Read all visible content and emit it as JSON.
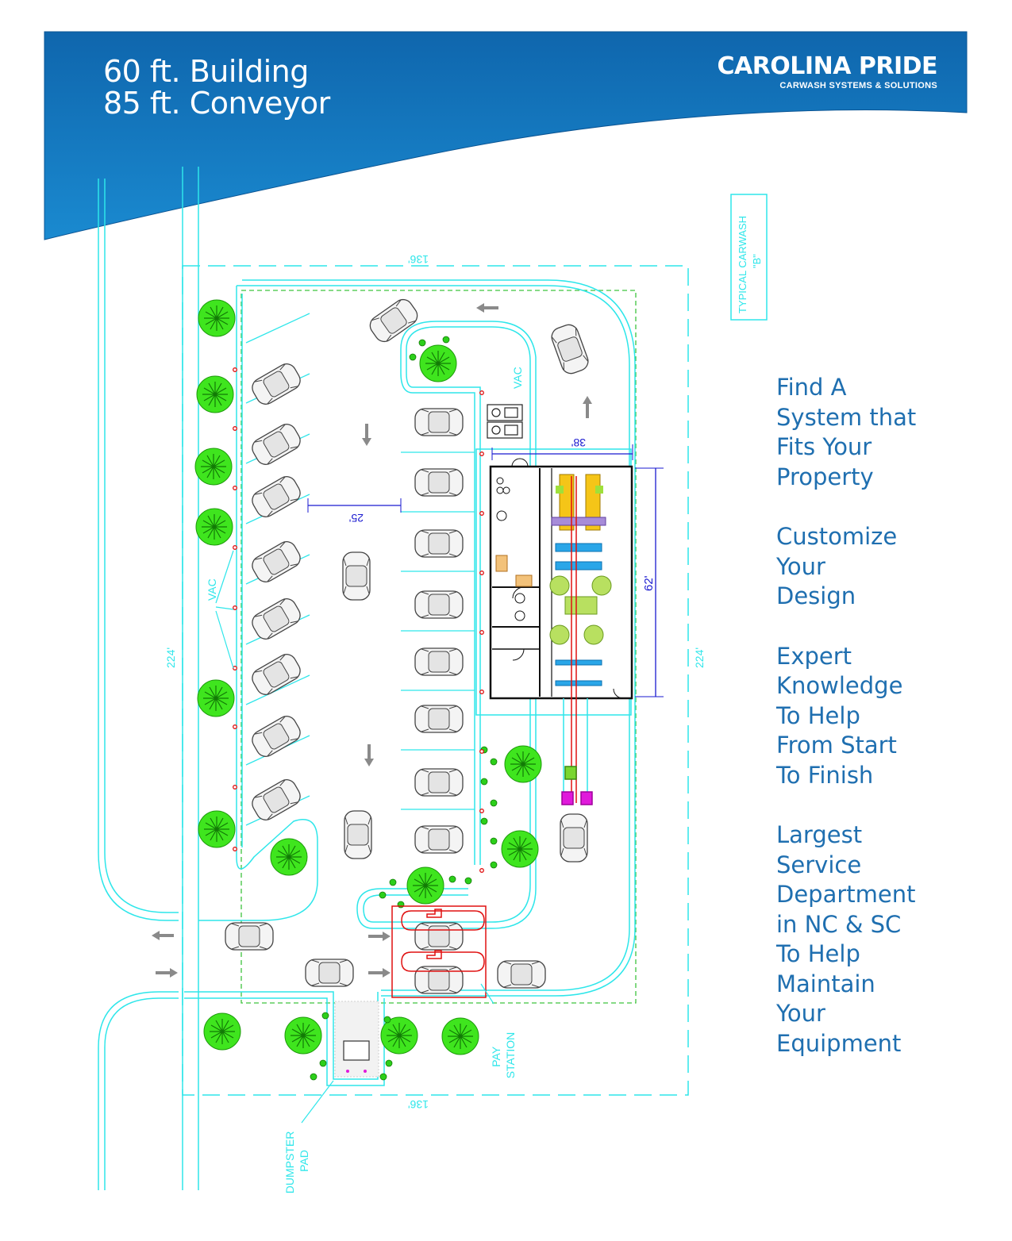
{
  "header": {
    "title_line_1": "60 ft. Building",
    "title_line_2": "85 ft. Conveyor",
    "logo_name": "CAROLINA PRIDE",
    "logo_tagline": "CARWASH SYSTEMS & SOLUTIONS"
  },
  "plan": {
    "label_typical": "TYPICAL CARWASH",
    "label_typical_variant": "\"B\"",
    "dim_width_top": "136'",
    "dim_width_bottom": "136'",
    "dim_depth_left": "224'",
    "dim_depth_right": "224'",
    "dim_building_width": "38'",
    "dim_building_length": "62'",
    "dim_lane_width": "25'",
    "label_vac_top": "VAC",
    "label_vac_left": "VAC",
    "label_pay_station": "PAY\nSTATION",
    "label_dumpster_pad": "DUMPSTER\nPAD"
  },
  "taglines": [
    "Find A\nSystem that\nFits Your\nProperty",
    "Customize\nYour\nDesign",
    "Expert\nKnowledge\nTo Help\nFrom Start\nTo Finish",
    "Largest\nService\nDepartment\nin NC & SC\nTo Help\nMaintain\nYour\nEquipment"
  ],
  "colors": {
    "header_blue": "#1476bd",
    "header_dark": "#0a5a9c",
    "cad_cyan": "#2ee6ea",
    "tree_green": "#33e01a",
    "text_blue": "#1f6fb0",
    "dim_blue": "#1a1ad0",
    "boundary_green": "#3ec43e"
  }
}
